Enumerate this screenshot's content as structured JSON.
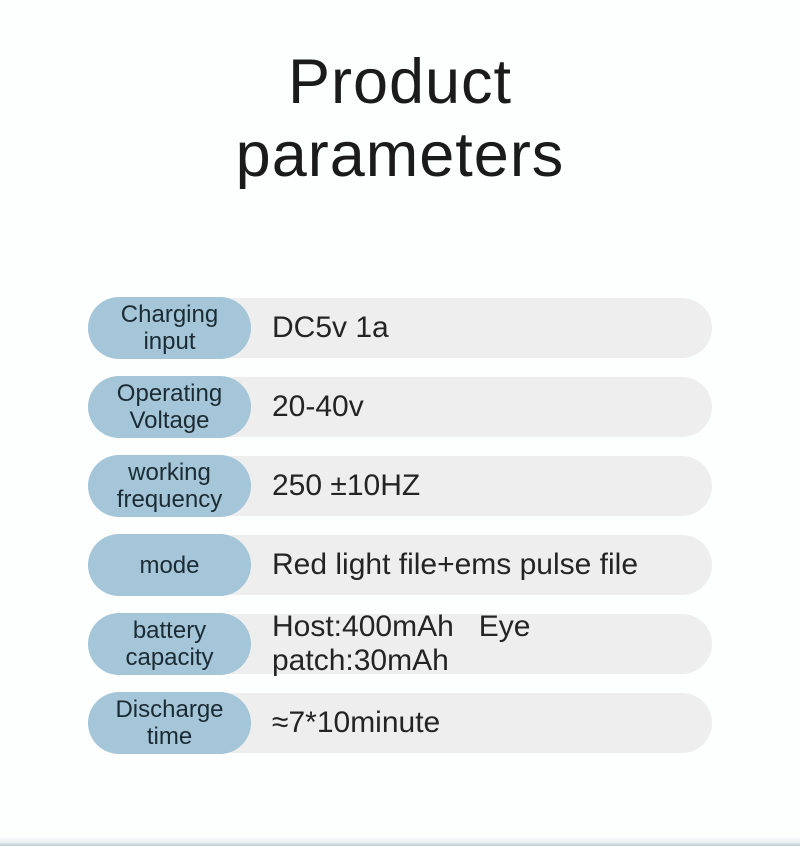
{
  "title": {
    "line1": "Product",
    "line2": "parameters"
  },
  "colors": {
    "background": "#fdfefe",
    "pill": "#a4c6d8",
    "bar": "#eeeeee",
    "pill_text": "#1c2b33",
    "value_text": "#242424",
    "title_text": "#1b1b1b",
    "bottom_strip": "#b7c9d1"
  },
  "parameters": [
    {
      "label_lines": [
        "Charging",
        "input"
      ],
      "value": "DC5v 1a"
    },
    {
      "label_lines": [
        "Operating",
        "Voltage"
      ],
      "value": "20-40v"
    },
    {
      "label_lines": [
        "working",
        "frequency"
      ],
      "value": "250 ±10HZ"
    },
    {
      "label_lines": [
        "mode"
      ],
      "value": "Red light file+ems pulse file"
    },
    {
      "label_lines": [
        "battery",
        "capacity"
      ],
      "value": "Host:400mAh   Eye patch:30mAh"
    },
    {
      "label_lines": [
        "Discharge",
        "time"
      ],
      "value": "≈7*10minute"
    }
  ]
}
